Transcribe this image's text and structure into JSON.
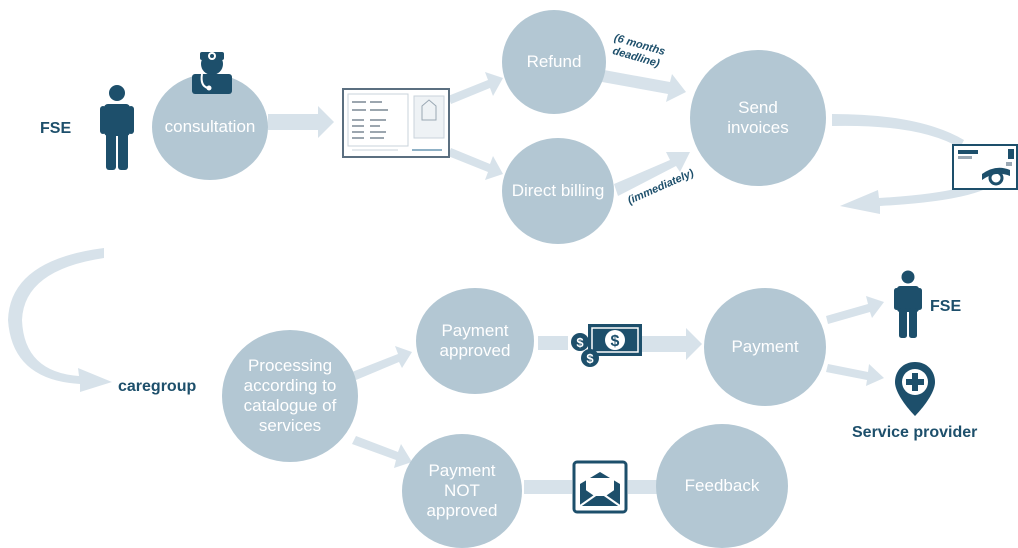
{
  "colors": {
    "node": "#b3c7d3",
    "arrow": "#d7e2ea",
    "text": "#1d4f6b",
    "node_text": "#ffffff"
  },
  "labels": {
    "fse_top": "FSE",
    "caregroup": "caregroup",
    "fse_right": "FSE",
    "service_provider": "Service provider"
  },
  "nodes": {
    "consultation": "consultation",
    "refund": "Refund",
    "direct_billing": "Direct billing",
    "send_invoices": "Send\ninvoices",
    "processing": "Processing\naccording to\ncatalogue of\nservices",
    "payment_approved": "Payment\napproved",
    "payment_not_approved": "Payment\nNOT\napproved",
    "payment": "Payment",
    "feedback": "Feedback"
  },
  "notes": {
    "six_months": "(6 months\ndeadline)",
    "immediately": "(immediately)"
  },
  "icons": [
    "person-icon",
    "doctor-icon",
    "invoice-document-icon",
    "mail-envelope-icon",
    "money-icon",
    "open-envelope-icon",
    "location-plus-icon"
  ]
}
